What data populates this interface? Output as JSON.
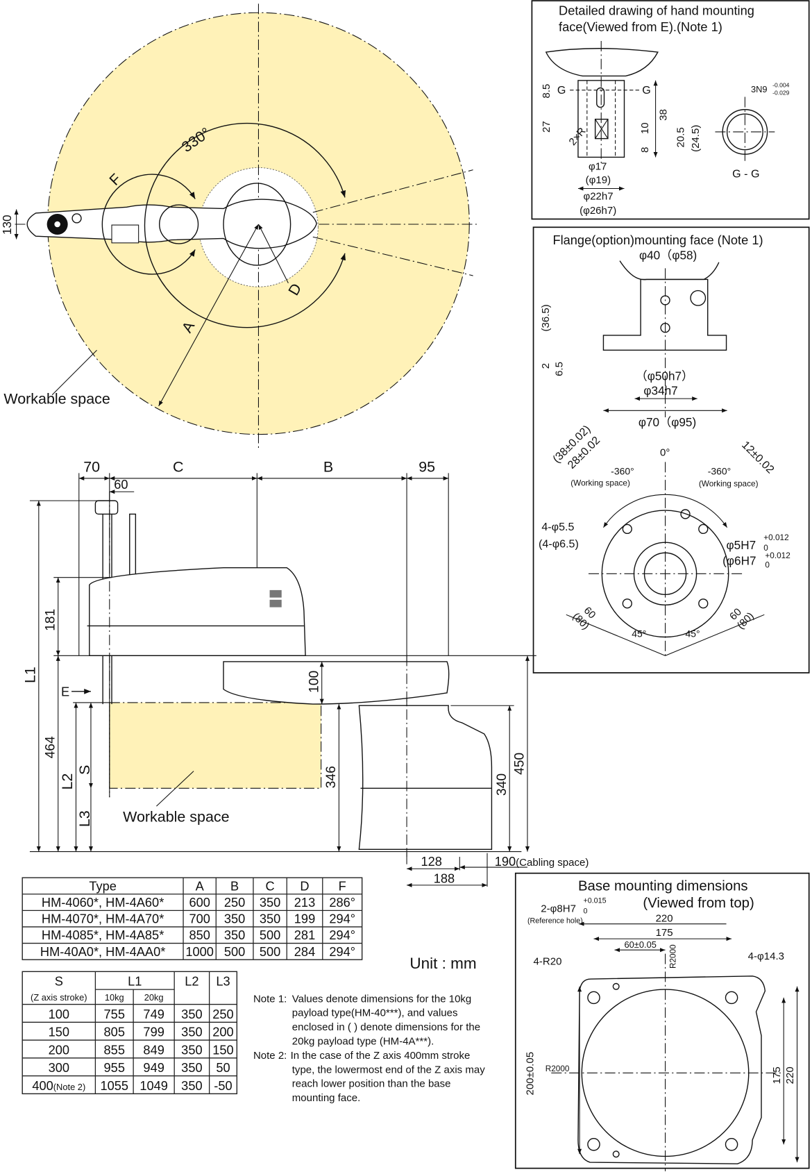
{
  "colors": {
    "workable_fill": "#FFF2B8",
    "line": "#111111"
  },
  "top_view": {
    "angle_330": "330°",
    "label_F": "F",
    "label_A": "A",
    "label_D": "D",
    "dim_130": "130",
    "workable_label": "Workable space"
  },
  "side_view": {
    "dim_70": "70",
    "dim_60": "60",
    "dim_C": "C",
    "dim_B": "B",
    "dim_95": "95",
    "dim_181": "181",
    "dim_L1": "L1",
    "dim_464": "464",
    "dim_S": "S",
    "dim_L2": "L2",
    "dim_L3": "L3",
    "dim_100": "100",
    "dim_346": "346",
    "dim_340": "340",
    "dim_450": "450",
    "dim_128": "128",
    "dim_188": "188",
    "dim_190": "190",
    "cabling": "(Cabling space)",
    "label_E": "E",
    "workable_label": "Workable space"
  },
  "hand_detail": {
    "title_line1": "Detailed drawing of hand mounting",
    "title_line2": "face(Viewed from E).(Note 1)",
    "G": "G",
    "dim_8_5": "8.5",
    "dim_27": "27",
    "dim_2xR": "2×R",
    "dim_38": "38",
    "dim_10": "10",
    "dim_8": "8",
    "dim_phi17": "φ17",
    "dim_phi19": "(φ19)",
    "dim_phi22h7": "φ22h7",
    "dim_phi26h7": "(φ26h7)",
    "dim_20_5": "20.5",
    "dim_24_5": "(24.5)",
    "key": "3N9",
    "key_tol_upper": "-0.004",
    "key_tol_lower": "-0.029",
    "section": "G - G"
  },
  "flange": {
    "title": "Flange(option)mounting face (Note 1)",
    "dim_phi40": "φ40（φ58)",
    "dim_36_5": "(36.5)",
    "dim_2": "2",
    "dim_6_5": "6.5",
    "dim_phi50h7": "（φ50h7）",
    "dim_phi34h7": "φ34h7",
    "dim_phi70": "φ70（φ95)",
    "dim_38": "(38±0.02)",
    "dim_28": "28±0.02",
    "dim_12": "12±0.02",
    "zero": "0°",
    "minus360_left": "-360°",
    "minus360_right": "-360°",
    "working_space": "(Working space)",
    "holes": "4-φ5.5",
    "holes_alt": "(4-φ6.5)",
    "pin": "φ5H7",
    "pin_alt": "(φ6H7",
    "pin_tol_upper": "+0.012",
    "pin_tol_lower": "0",
    "dim_60_left": "60",
    "dim_80_left": "(80)",
    "dim_60_right": "60",
    "dim_80_right": "(80)",
    "angle_45_left": "45°",
    "angle_45_right": "45°"
  },
  "type_table": {
    "headers": [
      "Type",
      "A",
      "B",
      "C",
      "D",
      "F"
    ],
    "rows": [
      [
        "HM-4060*,  HM-4A60*",
        "600",
        "250",
        "350",
        "213",
        "286°"
      ],
      [
        "HM-4070*,  HM-4A70*",
        "700",
        "350",
        "350",
        "199",
        "294°"
      ],
      [
        "HM-4085*,  HM-4A85*",
        "850",
        "350",
        "500",
        "281",
        "294°"
      ],
      [
        "HM-40A0*,  HM-4AA0*",
        "1000",
        "500",
        "500",
        "284",
        "294°"
      ]
    ]
  },
  "stroke_table": {
    "header_S": "S",
    "header_S_sub": "(Z axis stroke)",
    "header_L1": "L1",
    "header_L1_10kg": "10kg",
    "header_L1_20kg": "20kg",
    "header_L2": "L2",
    "header_L3": "L3",
    "rows": [
      [
        "100",
        "755",
        "749",
        "350",
        "250"
      ],
      [
        "150",
        "805",
        "799",
        "350",
        "200"
      ],
      [
        "200",
        "855",
        "849",
        "350",
        "150"
      ],
      [
        "300",
        "955",
        "949",
        "350",
        "50"
      ],
      [
        "400",
        "1055",
        "1049",
        "350",
        "-50"
      ]
    ],
    "row5_note": "(Note 2)"
  },
  "unit": "Unit : mm",
  "notes": {
    "note1_label": "Note 1:",
    "note1_lines": [
      "Values denote dimensions for the 10kg",
      "payload type(HM-40***), and values",
      "enclosed in (  ) denote dimensions for the",
      "20kg payload type (HM-4A***)."
    ],
    "note2_label": "Note 2:",
    "note2_lines": [
      "In the case of the Z axis 400mm stroke",
      "type, the lowermost end of the Z axis may",
      "reach lower position than the base",
      "mounting face."
    ]
  },
  "base": {
    "title_line1": "Base mounting dimensions",
    "title_line2": "(Viewed from top)",
    "ref_hole": "2-φ8H7",
    "ref_tol_upper": "+0.015",
    "ref_tol_lower": "0",
    "ref_hole_sub": "(Reference hole)",
    "dim_220_top": "220",
    "dim_175_top": "175",
    "dim_60": "60±0.05",
    "r2000_top": "R2000",
    "r2000_left": "R2000",
    "corner": "4-R20",
    "holes": "4-φ14.3",
    "dim_200": "200±0.05",
    "dim_175_right": "175",
    "dim_220_right": "220"
  }
}
